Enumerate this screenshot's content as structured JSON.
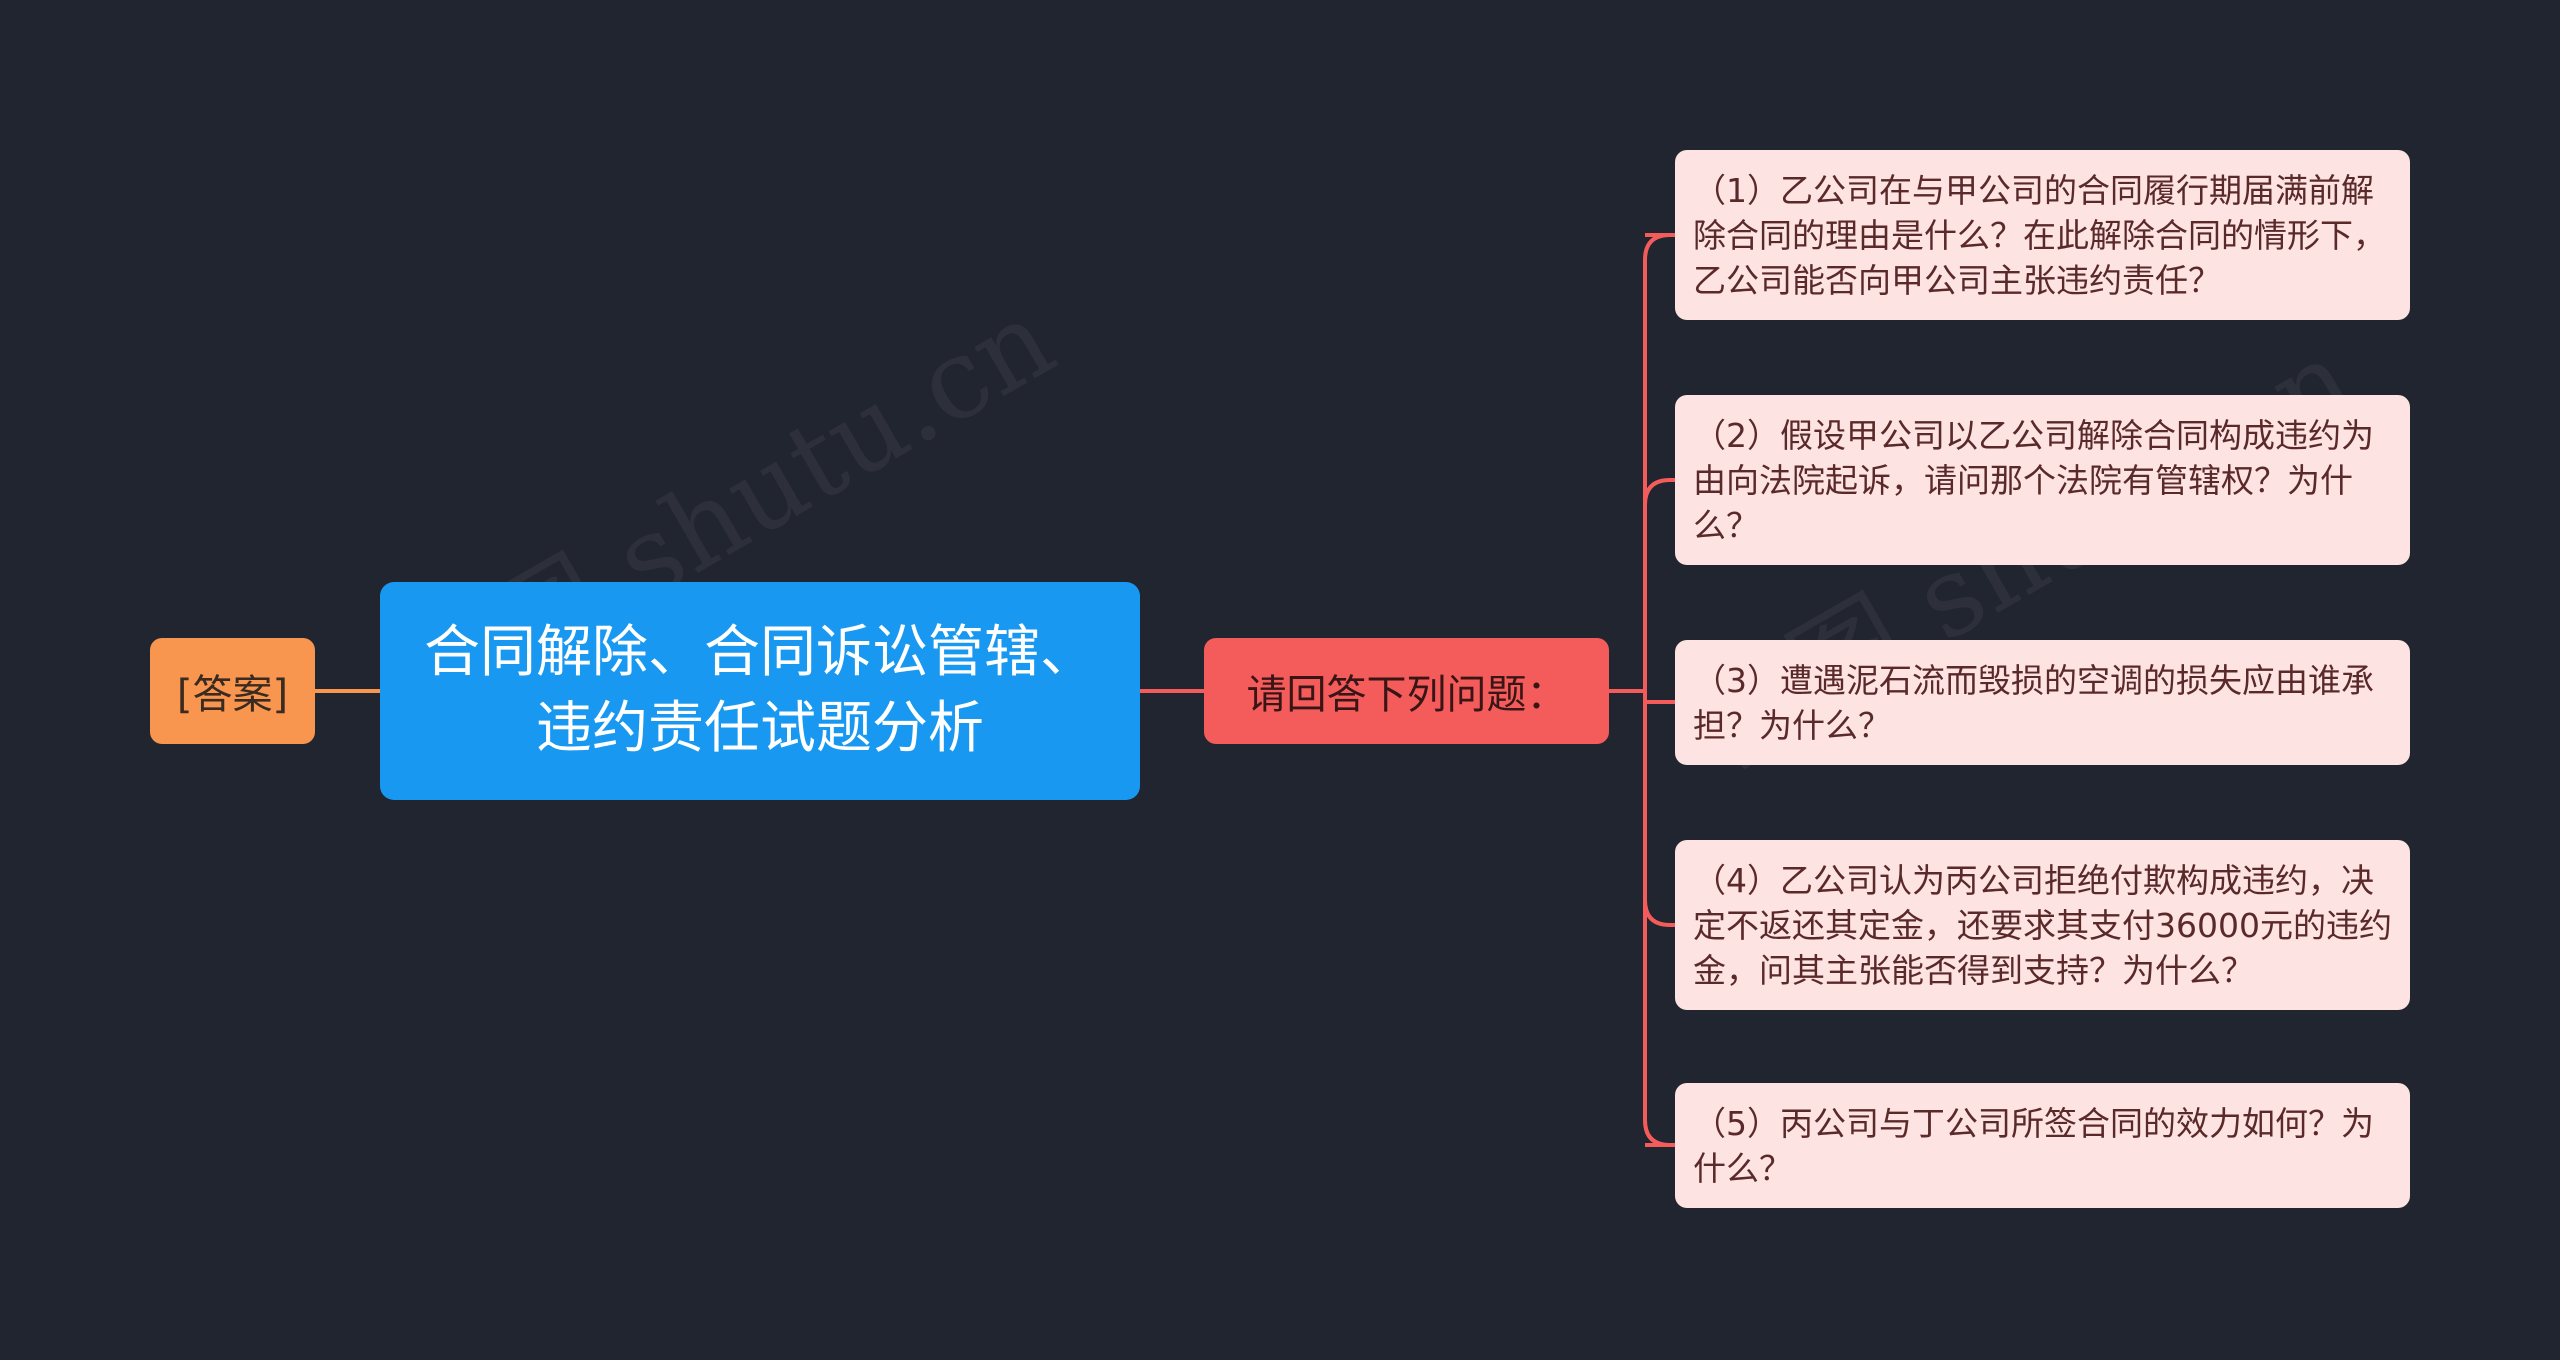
{
  "diagram": {
    "root": "合同解除、合同诉讼管辖、违约责任试题分析",
    "answer": "[答案]",
    "question": "请回答下列问题：",
    "items": [
      "（1）乙公司在与甲公司的合同履行期届满前解除合同的理由是什么？在此解除合同的情形下，乙公司能否向甲公司主张违约责任？",
      "（2）假设甲公司以乙公司解除合同构成违约为由向法院起诉，请问那个法院有管辖权？为什么？",
      "（3）遭遇泥石流而毁损的空调的损失应由谁承担？为什么？",
      "（4）乙公司认为丙公司拒绝付欺构成违约，决定不返还其定金，还要求其支付36000元的违约金，问其主张能否得到支持？为什么？",
      "（5）丙公司与丁公司所签合同的效力如何？为什么？"
    ]
  },
  "watermark": {
    "text": "树图 shutu.cn"
  },
  "colors": {
    "background": "#21252f",
    "root": "#1898f0",
    "answer": "#f8954e",
    "question": "#f45c5c",
    "item": "#fde3e2",
    "link_left": "#f8954e",
    "link_right": "#f45c5c"
  }
}
